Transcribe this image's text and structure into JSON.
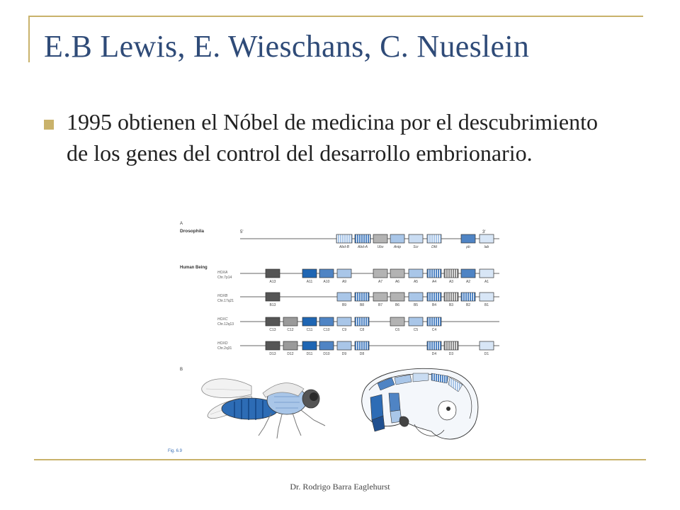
{
  "slide": {
    "title": "E.B Lewis, E. Wieschans, C. Nueslein",
    "bullet": "1995 obtienen el Nóbel de medicina por el descubrimiento de los genes del control del desarrollo embrionario.",
    "footer": "Dr. Rodrigo Barra Eaglehurst"
  },
  "colors": {
    "accent": "#c9b26b",
    "title": "#2f4b78",
    "text": "#222222"
  },
  "figure": {
    "panel_a": "A",
    "panel_b": "B",
    "fig_label": "Fig. 6.9",
    "drosophila": {
      "label": "Drosophila",
      "end5": "5'",
      "end3": "3'",
      "genes": [
        "Abd-B",
        "Abd-A",
        "Ubx",
        "Antp",
        "Scr",
        "Dfd",
        "pb",
        "lab"
      ]
    },
    "human_label": "Human Being",
    "clusters": [
      {
        "name": "HOXA",
        "chr": "Chr.7p14",
        "genes": [
          "A13",
          "A11",
          "A10",
          "A9",
          "A7",
          "A6",
          "A5",
          "A4",
          "A3",
          "A2",
          "A1"
        ]
      },
      {
        "name": "HOXB",
        "chr": "Chr.17q21",
        "genes": [
          "B13",
          "B9",
          "B8",
          "B7",
          "B6",
          "B5",
          "B4",
          "B3",
          "B2",
          "B1"
        ]
      },
      {
        "name": "HOXC",
        "chr": "Chr.12q13",
        "genes": [
          "C13",
          "C12",
          "C11",
          "C10",
          "C9",
          "C8",
          "C6",
          "C5",
          "C4"
        ]
      },
      {
        "name": "HOXD",
        "chr": "Chr.2q31",
        "genes": [
          "D13",
          "D12",
          "D11",
          "D10",
          "D9",
          "D8",
          "D4",
          "D3",
          "D1"
        ]
      }
    ]
  }
}
